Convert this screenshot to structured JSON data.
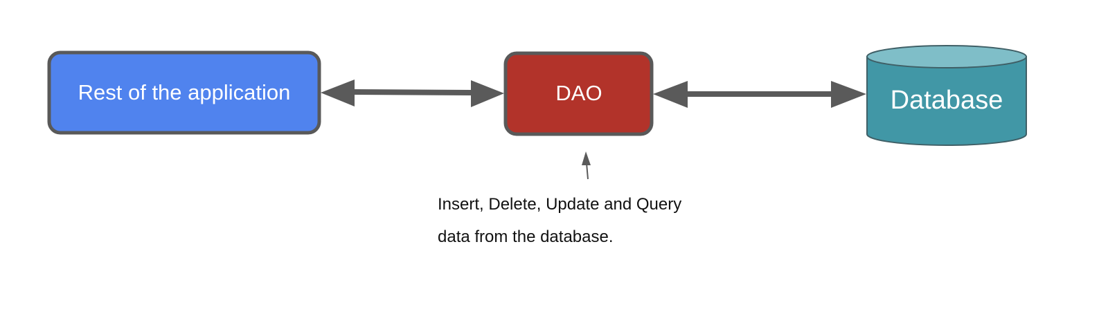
{
  "diagram": {
    "nodes": {
      "app": {
        "label": "Rest of the application"
      },
      "dao": {
        "label": "DAO"
      },
      "db": {
        "label": "Database"
      }
    },
    "note": {
      "line1": "Insert, Delete, Update and Query",
      "line2": "data from the database."
    },
    "colors": {
      "app_fill": "#5083EE",
      "dao_fill": "#B2332A",
      "db_body": "#4197A6",
      "db_top": "#7FBEC8",
      "outline": "#595959",
      "arrow": "#5a5a5a"
    }
  }
}
